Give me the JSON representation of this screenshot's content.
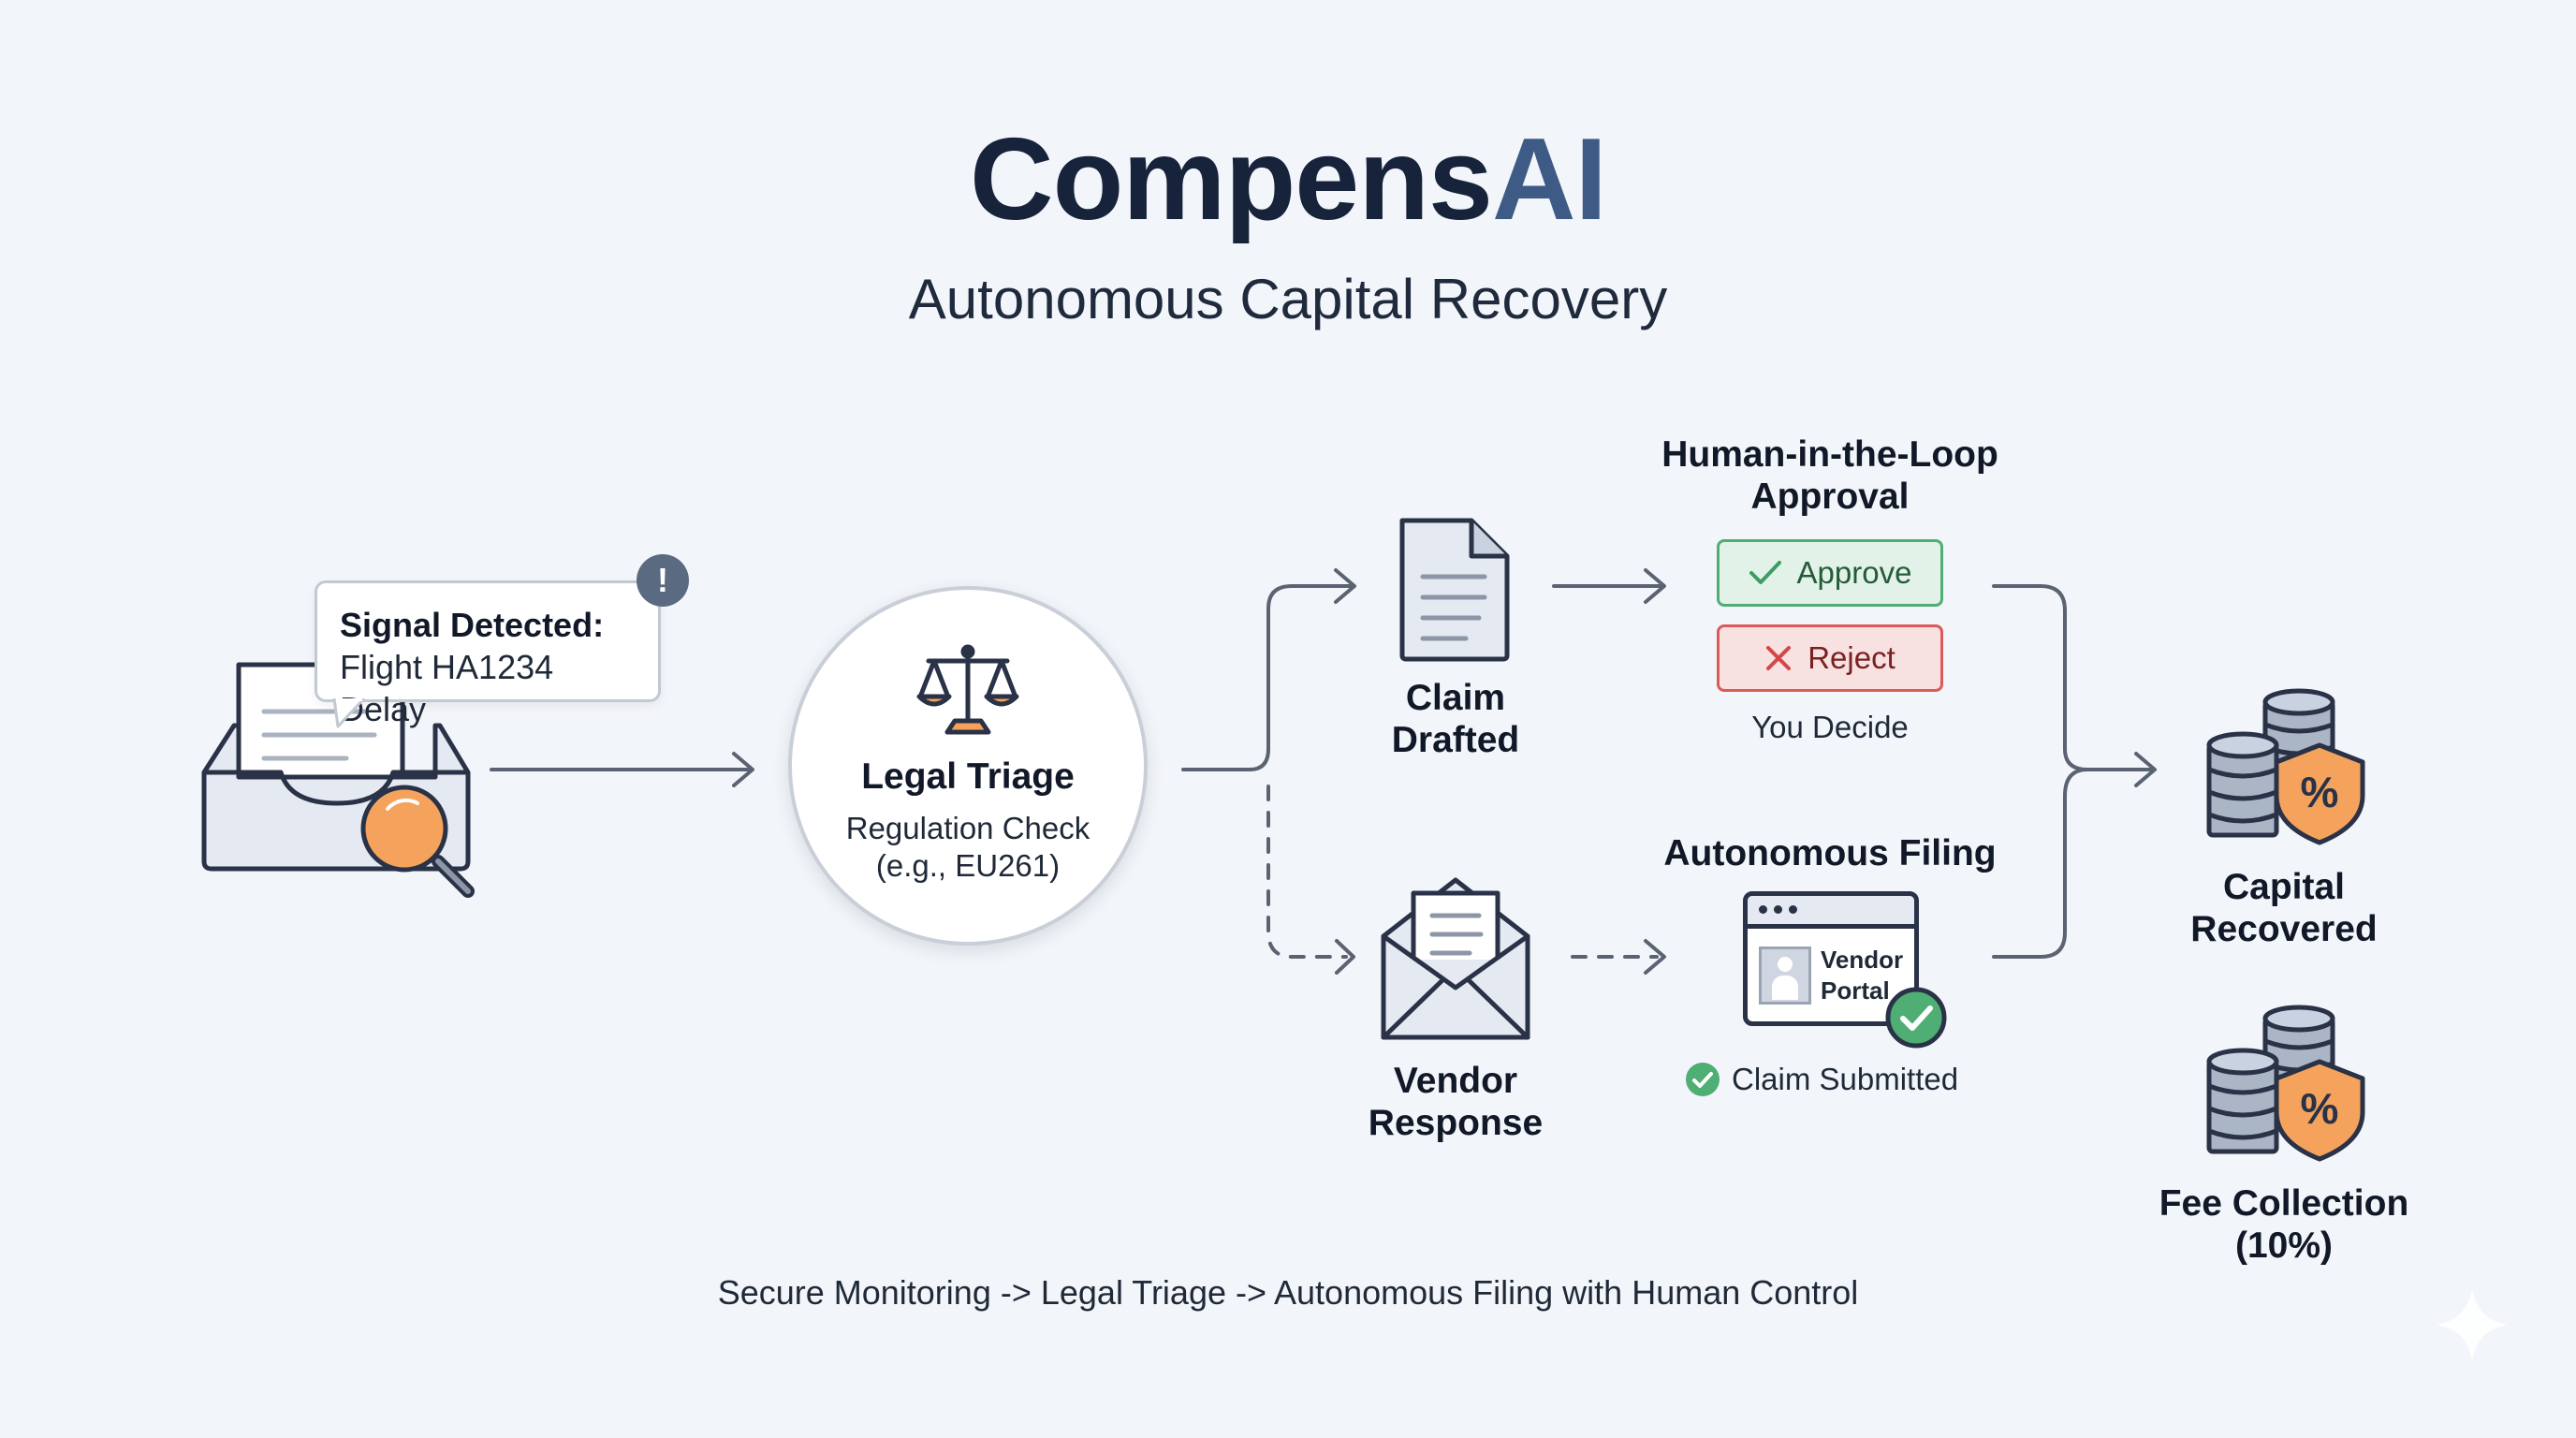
{
  "title": {
    "part1": "Compens",
    "part2": "AI"
  },
  "subtitle": "Autonomous Capital Recovery",
  "signal": {
    "title": "Signal Detected:",
    "text": "Flight HA1234 Delay",
    "alert": "!"
  },
  "triage": {
    "title": "Legal Triage",
    "line1": "Regulation Check",
    "line2": "(e.g., EU261)"
  },
  "claim": {
    "line1": "Claim",
    "line2": "Drafted"
  },
  "approval": {
    "heading_line1": "Human-in-the-Loop",
    "heading_line2": "Approval",
    "approve": "Approve",
    "reject": "Reject",
    "note": "You Decide"
  },
  "vendor": {
    "line1": "Vendor",
    "line2": "Response"
  },
  "filing": {
    "heading": "Autonomous Filing",
    "portal_line1": "Vendor",
    "portal_line2": "Portal",
    "status": "Claim Submitted"
  },
  "outcomes": {
    "capital_line1": "Capital",
    "capital_line2": "Recovered",
    "fee_line1": "Fee Collection",
    "fee_line2": "(10%)",
    "percent": "%"
  },
  "footer": "Secure Monitoring -> Legal Triage -> Autonomous Filing with Human Control",
  "colors": {
    "title_dark": "#17233b",
    "title_accent": "#3d5b85",
    "approve_green": "#4fae73",
    "reject_red": "#dc5a5a",
    "orange": "#f5a35c",
    "navy_stroke": "#2a3247"
  },
  "icons": [
    "inbox-icon",
    "magnifier-icon",
    "alert-icon",
    "scales-icon",
    "document-icon",
    "check-icon",
    "x-icon",
    "envelope-icon",
    "browser-portal-icon",
    "check-circle-icon",
    "coin-stack-shield-icon",
    "sparkle-icon"
  ]
}
